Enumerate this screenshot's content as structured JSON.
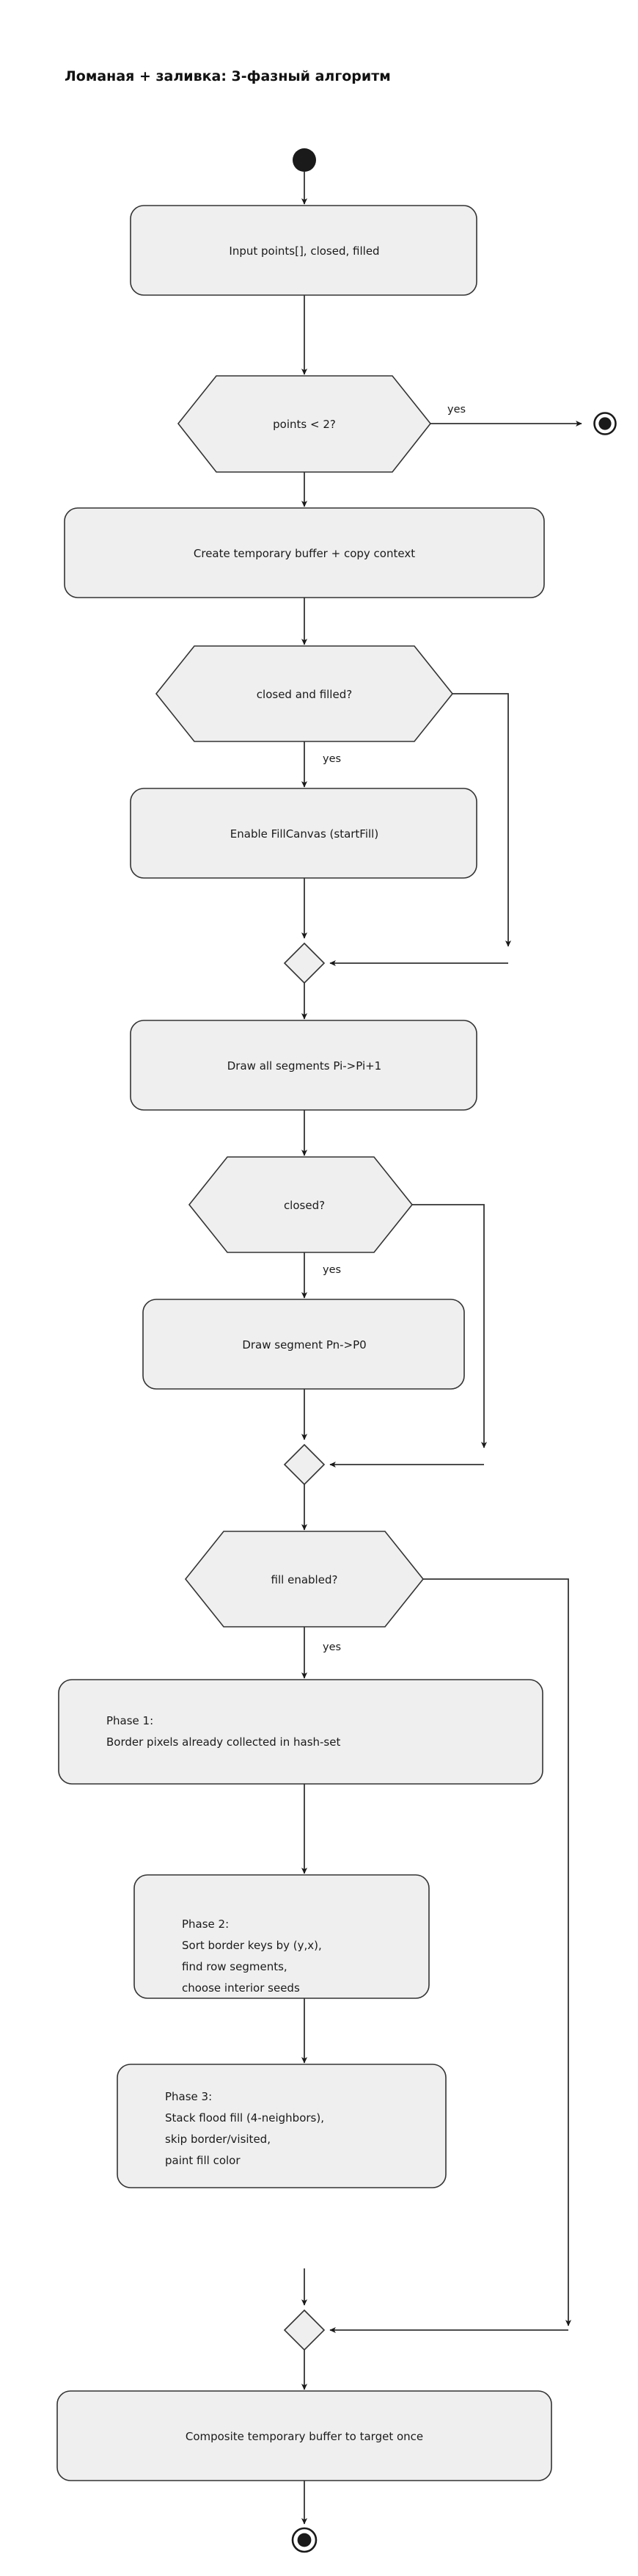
{
  "title": "Ломаная + заливка: 3-фазный алгоритм",
  "theme": {
    "node_fill": "#efefef",
    "node_stroke": "#333333",
    "edge_stroke": "#333333",
    "text_color": "#1a1a1a",
    "terminal_color": "#1a1a1a",
    "background": "#ffffff"
  },
  "nodes": {
    "start": {
      "kind": "start-node",
      "label": ""
    },
    "input": {
      "kind": "action",
      "label": "Input points[], closed, filled"
    },
    "points_check": {
      "kind": "decision",
      "label": "points < 2?"
    },
    "early_end": {
      "kind": "end-node",
      "label": ""
    },
    "create_buffer": {
      "kind": "action",
      "label": "Create temporary buffer + copy context"
    },
    "closed_and_filled": {
      "kind": "decision",
      "label": "closed and filled?"
    },
    "enable_fill": {
      "kind": "action",
      "label": "Enable FillCanvas (startFill)"
    },
    "merge_1": {
      "kind": "merge",
      "label": ""
    },
    "draw_segments": {
      "kind": "action",
      "label": "Draw all segments Pi->Pi+1"
    },
    "closed_check": {
      "kind": "decision",
      "label": "closed?"
    },
    "draw_closing": {
      "kind": "action",
      "label": "Draw segment Pn->P0"
    },
    "merge_2": {
      "kind": "merge",
      "label": ""
    },
    "fill_enabled": {
      "kind": "decision",
      "label": "fill enabled?"
    },
    "phase1": {
      "kind": "action-multiline",
      "lines": [
        "Phase 1:",
        "Border pixels already collected in hash-set"
      ]
    },
    "phase2": {
      "kind": "action-multiline",
      "lines": [
        "Phase 2:",
        "Sort border keys by (y,x),",
        "find row segments,",
        "choose interior seeds"
      ]
    },
    "phase3": {
      "kind": "action-multiline",
      "lines": [
        "Phase 3:",
        "Stack flood fill (4-neighbors),",
        "skip border/visited,",
        "paint fill color"
      ]
    },
    "merge_3": {
      "kind": "merge",
      "label": ""
    },
    "composite": {
      "kind": "action",
      "label": "Composite temporary buffer to target once"
    },
    "final_end": {
      "kind": "end-node",
      "label": ""
    }
  },
  "edge_labels": {
    "points_yes": "yes",
    "closed_filled_yes": "yes",
    "closed_yes": "yes",
    "fill_yes": "yes"
  }
}
